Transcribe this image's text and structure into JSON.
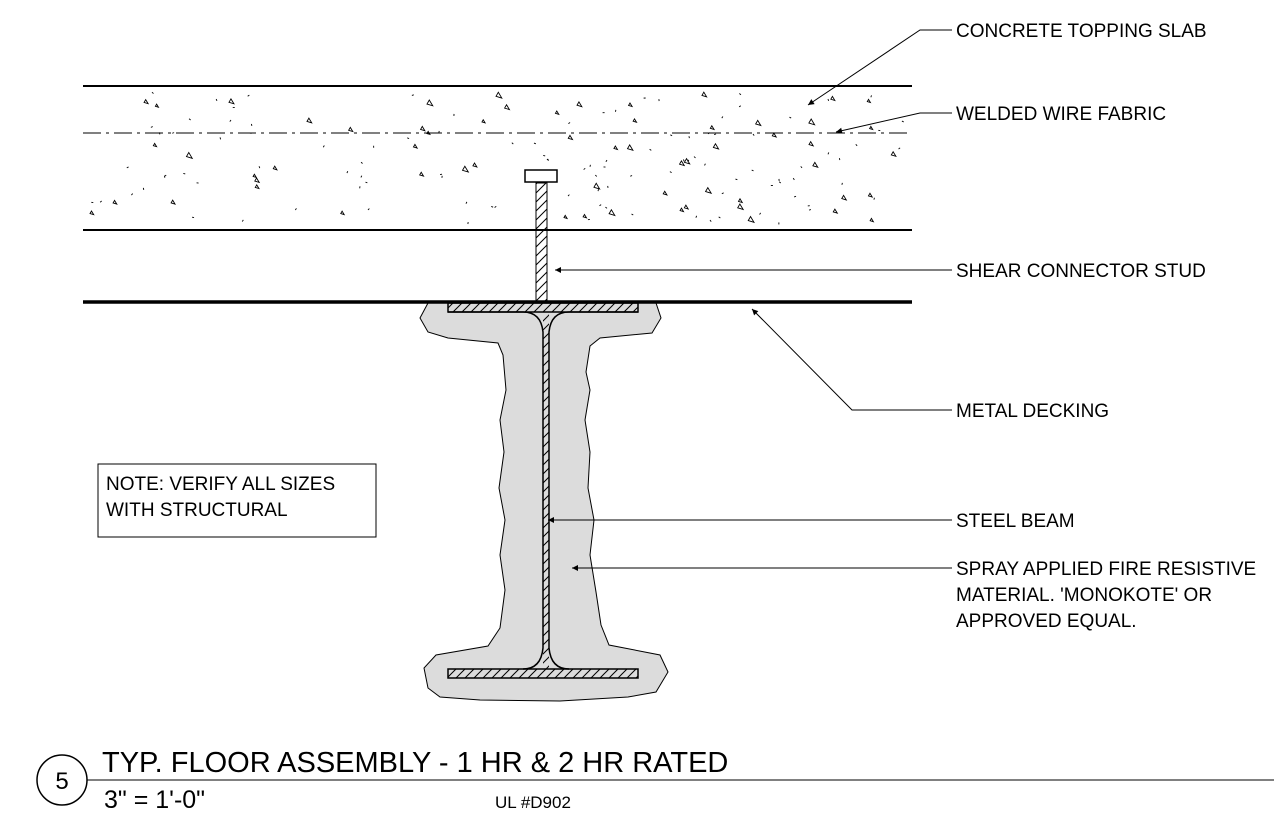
{
  "labels": {
    "concrete_topping_slab": "CONCRETE TOPPING SLAB",
    "welded_wire_fabric": "WELDED WIRE FABRIC",
    "shear_connector_stud": "SHEAR CONNECTOR STUD",
    "metal_decking": "METAL DECKING",
    "steel_beam": "STEEL BEAM",
    "fireproofing": [
      "SPRAY APPLIED FIRE RESISTIVE",
      "MATERIAL. 'MONOKOTE' OR",
      "APPROVED EQUAL."
    ]
  },
  "note": [
    "NOTE: VERIFY ALL SIZES",
    "WITH STRUCTURAL"
  ],
  "title_block": {
    "detail_number": "5",
    "title": "TYP. FLOOR ASSEMBLY - 1 HR & 2 HR RATED",
    "scale": "3\" = 1'-0\"",
    "reference": "UL #D902"
  }
}
